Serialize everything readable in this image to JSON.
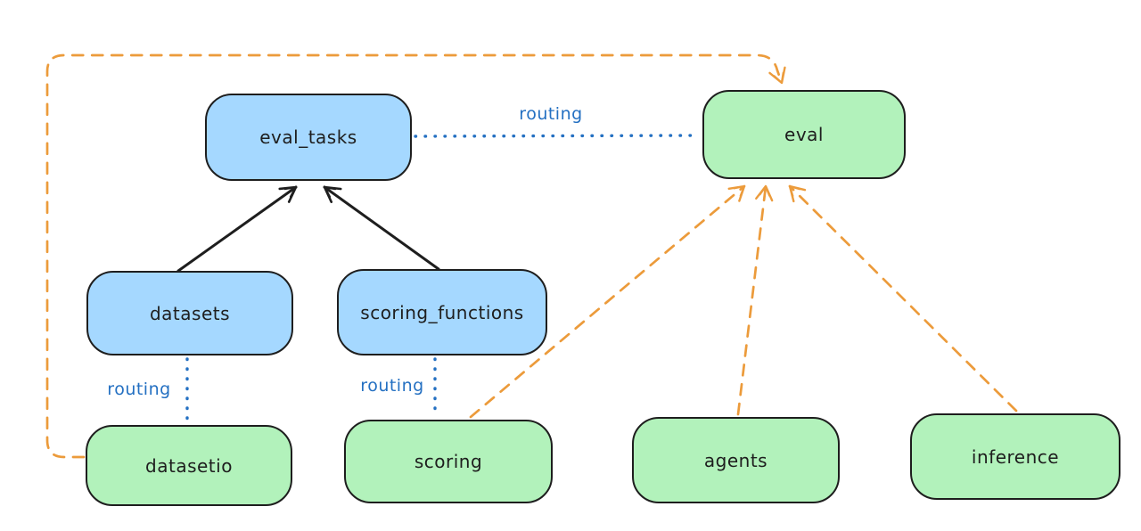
{
  "diagram": {
    "kind": "architecture-diagram",
    "nodes": {
      "eval_tasks": {
        "label": "eval_tasks",
        "type": "api"
      },
      "datasets": {
        "label": "datasets",
        "type": "api"
      },
      "scoring_functions": {
        "label": "scoring_functions",
        "type": "api"
      },
      "eval": {
        "label": "eval",
        "type": "provider"
      },
      "datasetio": {
        "label": "datasetio",
        "type": "provider"
      },
      "scoring": {
        "label": "scoring",
        "type": "provider"
      },
      "agents": {
        "label": "agents",
        "type": "provider"
      },
      "inference": {
        "label": "inference",
        "type": "provider"
      }
    },
    "edge_labels": {
      "routing_eval_tasks_to_eval": "routing",
      "routing_datasets_to_datasetio": "routing",
      "routing_scoring_functions_to_scoring": "routing"
    },
    "edges": [
      {
        "from": "datasets",
        "to": "eval_tasks",
        "style": "solid-arrow",
        "color": "#1e1e1e"
      },
      {
        "from": "scoring_functions",
        "to": "eval_tasks",
        "style": "solid-arrow",
        "color": "#1e1e1e"
      },
      {
        "from": "eval_tasks",
        "to": "eval",
        "style": "dotted",
        "color": "#2470c2",
        "label": "routing"
      },
      {
        "from": "datasets",
        "to": "datasetio",
        "style": "dotted",
        "color": "#2470c2",
        "label": "routing"
      },
      {
        "from": "scoring_functions",
        "to": "scoring",
        "style": "dotted",
        "color": "#2470c2",
        "label": "routing"
      },
      {
        "from": "datasetio",
        "to": "eval",
        "style": "dashed-arrow",
        "color": "#ec9b3b",
        "route": "around-left-and-top"
      },
      {
        "from": "scoring",
        "to": "eval",
        "style": "dashed-arrow",
        "color": "#ec9b3b"
      },
      {
        "from": "agents",
        "to": "eval",
        "style": "dashed-arrow",
        "color": "#ec9b3b"
      },
      {
        "from": "inference",
        "to": "eval",
        "style": "dashed-arrow",
        "color": "#ec9b3b"
      }
    ],
    "colors": {
      "api_fill": "#a5d8ff",
      "provider_fill": "#b2f2bb",
      "stroke": "#1e1e1e",
      "routing_color": "#2470c2",
      "dependency_color": "#ec9b3b",
      "background": "#ffffff"
    }
  }
}
